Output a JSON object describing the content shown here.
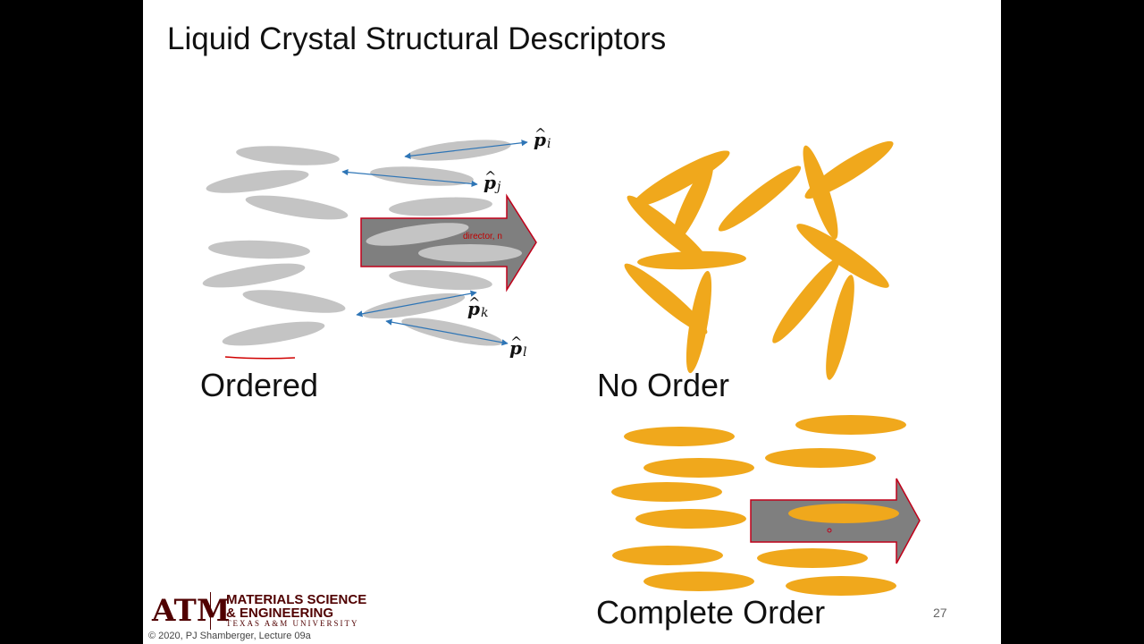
{
  "slide": {
    "title": "Liquid Crystal Structural Descriptors",
    "page_number": "27",
    "copyright": "© 2020, PJ Shamberger, Lecture 09a"
  },
  "panels": {
    "ordered_label": "Ordered",
    "no_order_label": "No Order",
    "complete_order_label": "Complete Order"
  },
  "director": {
    "label": "director, n"
  },
  "vectors": [
    {
      "symbol": "p",
      "subscript": "i"
    },
    {
      "symbol": "p",
      "subscript": "j"
    },
    {
      "symbol": "p",
      "subscript": "k"
    },
    {
      "symbol": "p",
      "subscript": "l"
    }
  ],
  "logo": {
    "mark": "ATM",
    "line1": "MATERIALS SCIENCE",
    "line2": "& ENGINEERING",
    "line3": "TEXAS A&M UNIVERSITY"
  },
  "colors": {
    "gray_molecule": "#c4c4c4",
    "orange_molecule": "#f0a81c",
    "arrow_fill": "#7f7f7f",
    "arrow_outline": "#c0001a",
    "vector_blue": "#2e75b6",
    "aggie_maroon": "#500000"
  }
}
